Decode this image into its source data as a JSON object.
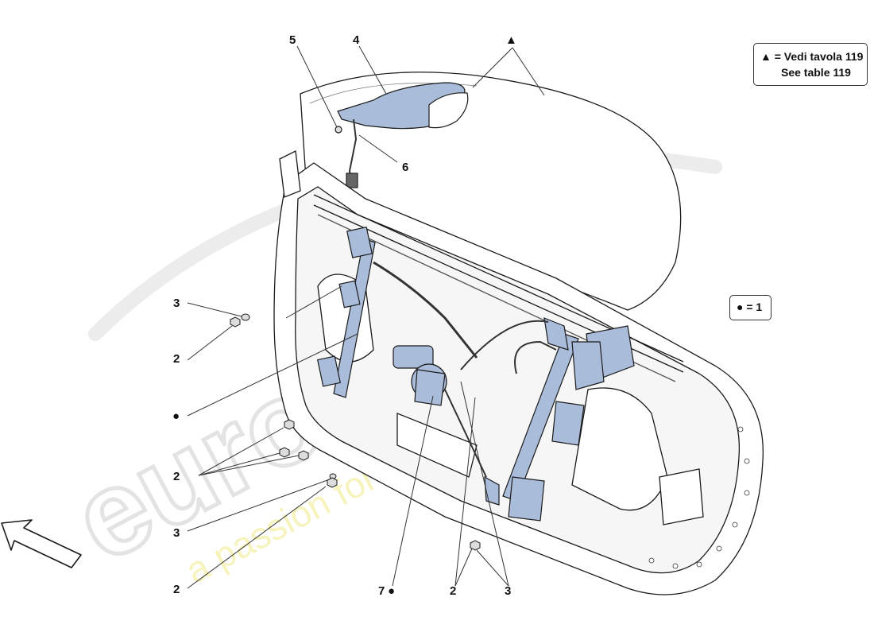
{
  "callouts": {
    "c5": "5",
    "c4": "4",
    "c_tri": "▲",
    "c6": "6",
    "c3_upper": "3",
    "c2_upper": "2",
    "c_dot": "●",
    "c2_mid": "2",
    "c3_lower": "3",
    "c2_lower": "2",
    "c7": "7",
    "c7_dot": "●",
    "c2_bottom": "2",
    "c3_bottom": "3"
  },
  "legend_table": {
    "line1": "▲ = Vedi tavola 119",
    "line2": "See table 119"
  },
  "legend_dot": {
    "text": "● = 1"
  },
  "watermark": {
    "brand": "eurospares",
    "tagline": "a passion for parts since 1985"
  },
  "colors": {
    "part_fill": "#a9bcd9",
    "line": "#1a1a1a",
    "watermark": "#e6e6e6",
    "tagline": "#f4f0a8"
  }
}
